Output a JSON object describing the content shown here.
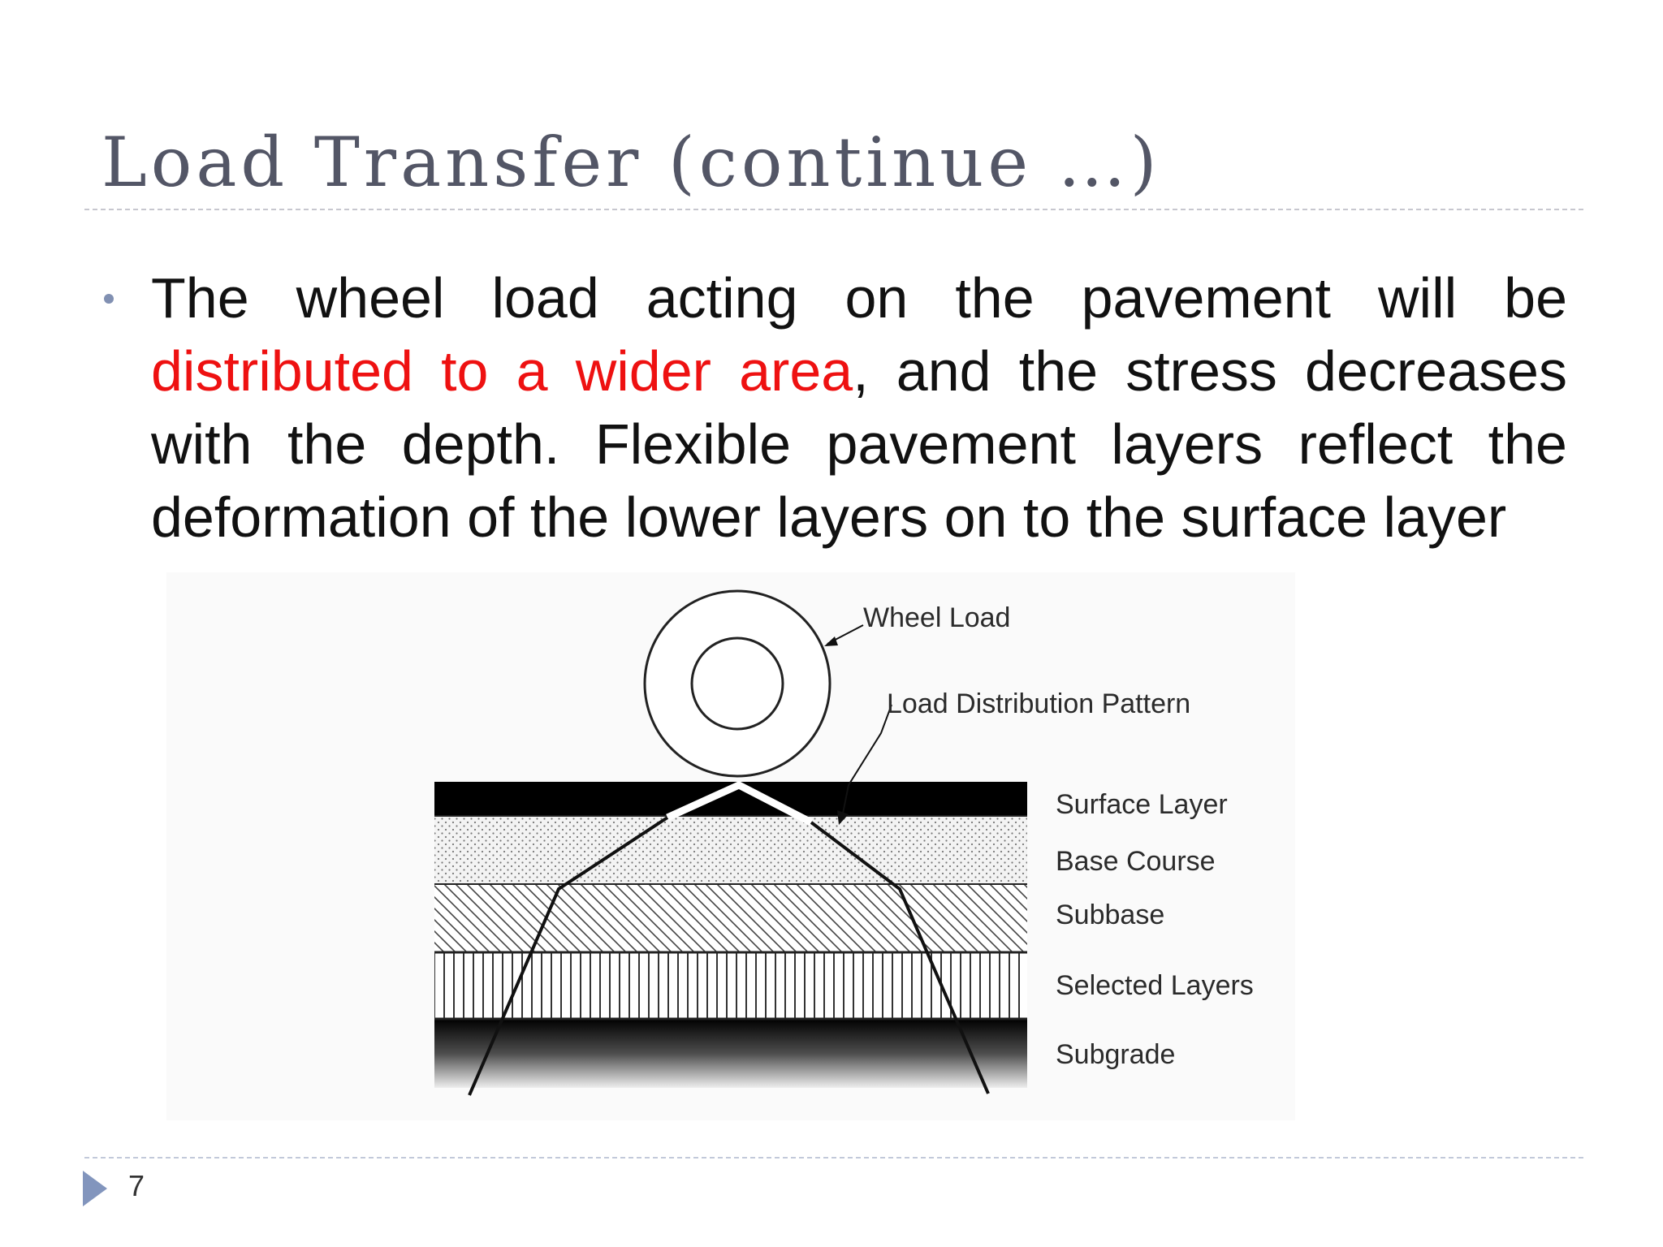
{
  "slide": {
    "title": "Load Transfer (continue …)",
    "bullet": {
      "part1": "The wheel load acting on the pavement will be ",
      "highlight": "distributed to a wider area",
      "part2": ", and the stress decreases with the depth. Flexible pavement layers reflect the deformation of the lower layers on to the surface layer",
      "highlight_color": "#ee1111"
    },
    "page_number": "7"
  },
  "diagram": {
    "labels": {
      "wheel_load": "Wheel Load",
      "load_distribution": "Load Distribution Pattern",
      "surface_layer": "Surface Layer",
      "base_course": "Base Course",
      "subbase": "Subbase",
      "selected_layers": "Selected Layers",
      "subgrade": "Subgrade"
    }
  },
  "colors": {
    "title": "#535666",
    "text": "#111111",
    "accent": "#8295bd"
  }
}
